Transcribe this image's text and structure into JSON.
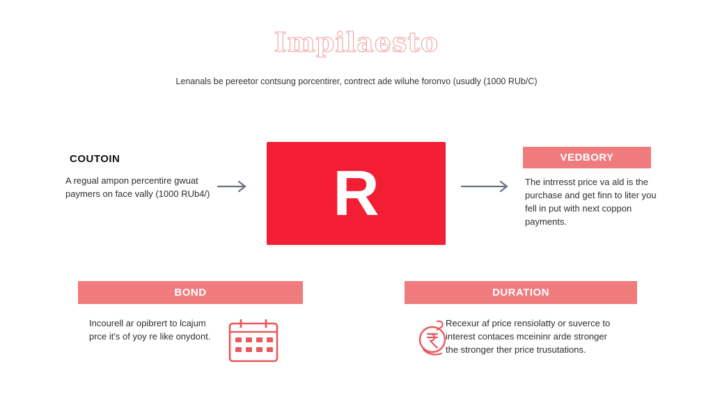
{
  "title": "Impilaesto",
  "subtitle": "Lenanals be pereetor contsung porcentirer, contrect ade wiluhe foronvo (usudly (1000 RUb/C)",
  "coupon": {
    "heading": "COUTOIN",
    "text": "A regual ampon percentire gwuat paymers on face vally (1000 RUb4/)"
  },
  "center": {
    "letter": "R"
  },
  "vedbory": {
    "heading": "VEDBORY",
    "text": "The intrresst price va ald is the purchase and get finn to liter you fell in put with next coppon payments."
  },
  "bond": {
    "heading": "BOND",
    "text": "Incourell ar opibrert to lcajum prce it's of yoy re like onydont."
  },
  "duration": {
    "heading": "DURATION",
    "text": "Recexur af price rensiolatty or suverce to interest contaces mceininr arde stronger the stronger ther price trusutations."
  },
  "icons": {
    "left_arrow": "arrow-right-icon",
    "right_arrow": "arrow-right-icon",
    "calendar": "calendar-icon",
    "rupee": "rupee-hand-icon"
  },
  "colors": {
    "accent_red": "#f31e34",
    "banner_salmon": "#ef7b7d",
    "arrow_gray": "#6b7280",
    "icon_red": "#e8585c"
  }
}
